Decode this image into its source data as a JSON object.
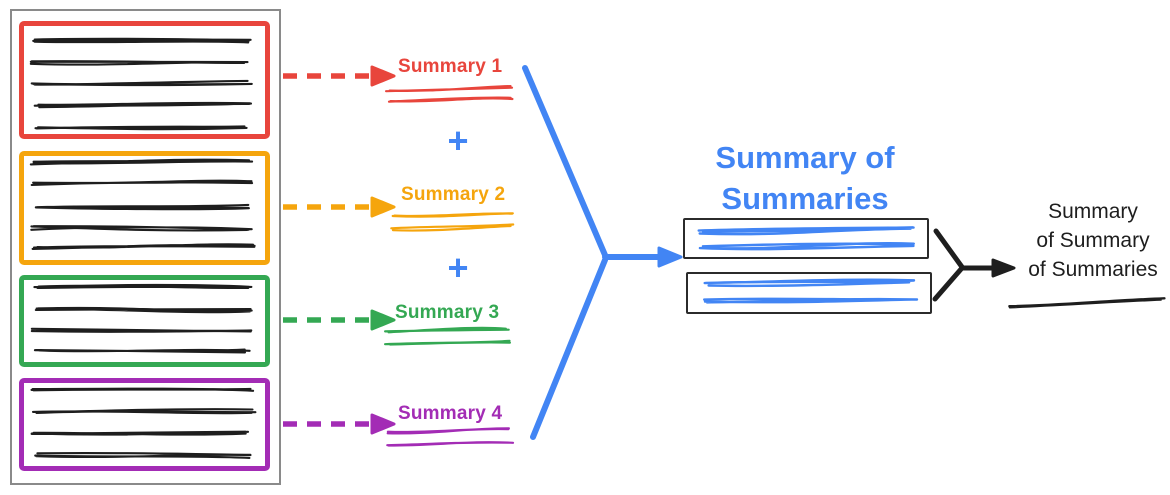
{
  "title": {
    "line1": "Summary of",
    "line2": "Summaries"
  },
  "plus": {
    "symbol": "+"
  },
  "documents": [
    {
      "label": "Summary 1",
      "color": "#E8453C"
    },
    {
      "label": "Summary 2",
      "color": "#F5A50D"
    },
    {
      "label": "Summary 3",
      "color": "#34A853"
    },
    {
      "label": "Summary 4",
      "color": "#A32CB5"
    }
  ],
  "final_label": {
    "line1": "Summary",
    "line2": "of Summary",
    "line3": "of Summaries"
  },
  "colors": {
    "blue": "#4285F4",
    "ink": "#1E1E1E",
    "outer_box_border": "#8A8A8A",
    "inner_box_border": "#2B2B2B"
  }
}
